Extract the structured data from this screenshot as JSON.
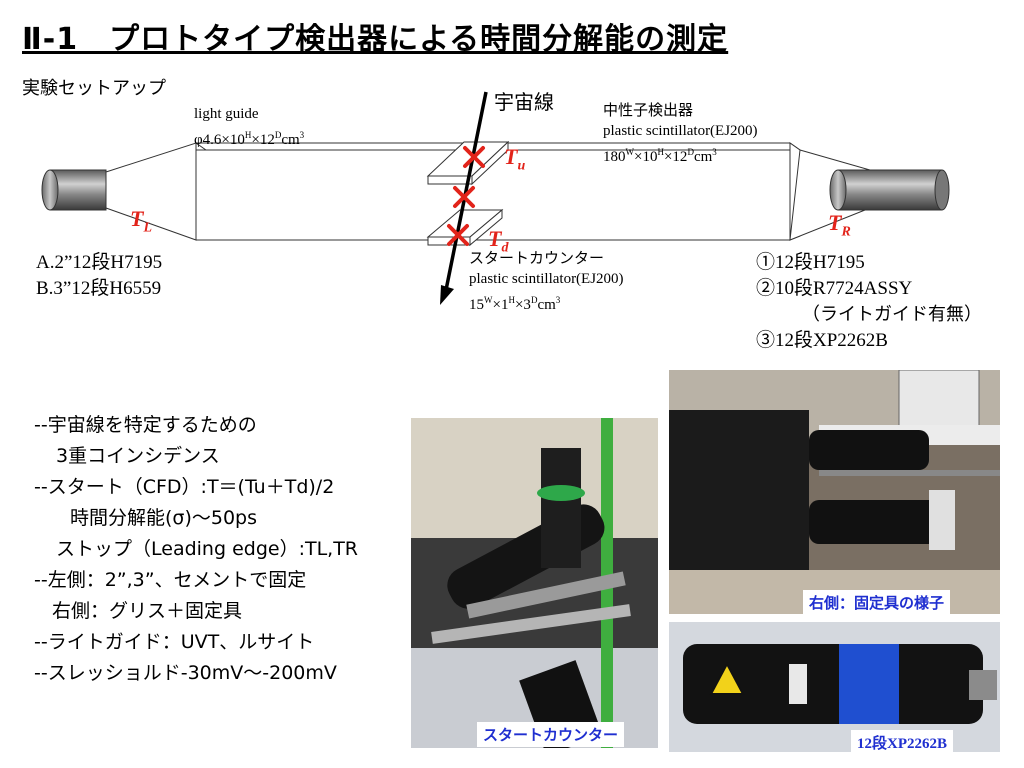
{
  "title": "Ⅱ-1　プロトタイプ検出器による時間分解能の測定",
  "subtitle": "実験セットアップ",
  "diagram": {
    "cosmic_ray_label": "宇宙線",
    "light_guide": {
      "line1": "light guide",
      "line2": "φ4.6×10H×12Dcm3"
    },
    "neutron_detector": {
      "line1": "中性子検出器",
      "line2": "plastic scintillator(EJ200)",
      "line3": "180W×10H×12Dcm3"
    },
    "start_counter": {
      "line1": "スタートカウンター",
      "line2": "plastic scintillator(EJ200)",
      "line3": "15W×1H×3Dcm3"
    },
    "labels": {
      "tu": "Tu",
      "td": "Td",
      "tl": "TL",
      "tr": "TR"
    },
    "left_pmts": [
      "A.2”12段H7195",
      "B.3”12段H6559"
    ],
    "right_pmts": [
      "①12段H7195",
      "②10段R7724ASSY",
      "（ライトガイド有無）",
      "③12段XP2262B"
    ],
    "colors": {
      "accent_red": "#e2231a",
      "label_blue": "#1f2fd0"
    }
  },
  "notes": [
    "--宇宙線を特定するための",
    "3重コインシデンス",
    "--スタート（CFD）:T＝(Tu＋Td)/2",
    "時間分解能(σ)〜50ps",
    "ストップ（Leading edge）:TL,TR",
    "--左側：2”,3”、セメントで固定",
    "右側：グリス＋固定具",
    "--ライトガイド：UVT、ルサイト",
    "--スレッショルド-30mV〜-200mV"
  ],
  "photos": {
    "start_counter_caption": "スタートカウンター",
    "right_side_caption": "右側：固定具の様子",
    "pmt_caption": "12段XP2262B"
  }
}
